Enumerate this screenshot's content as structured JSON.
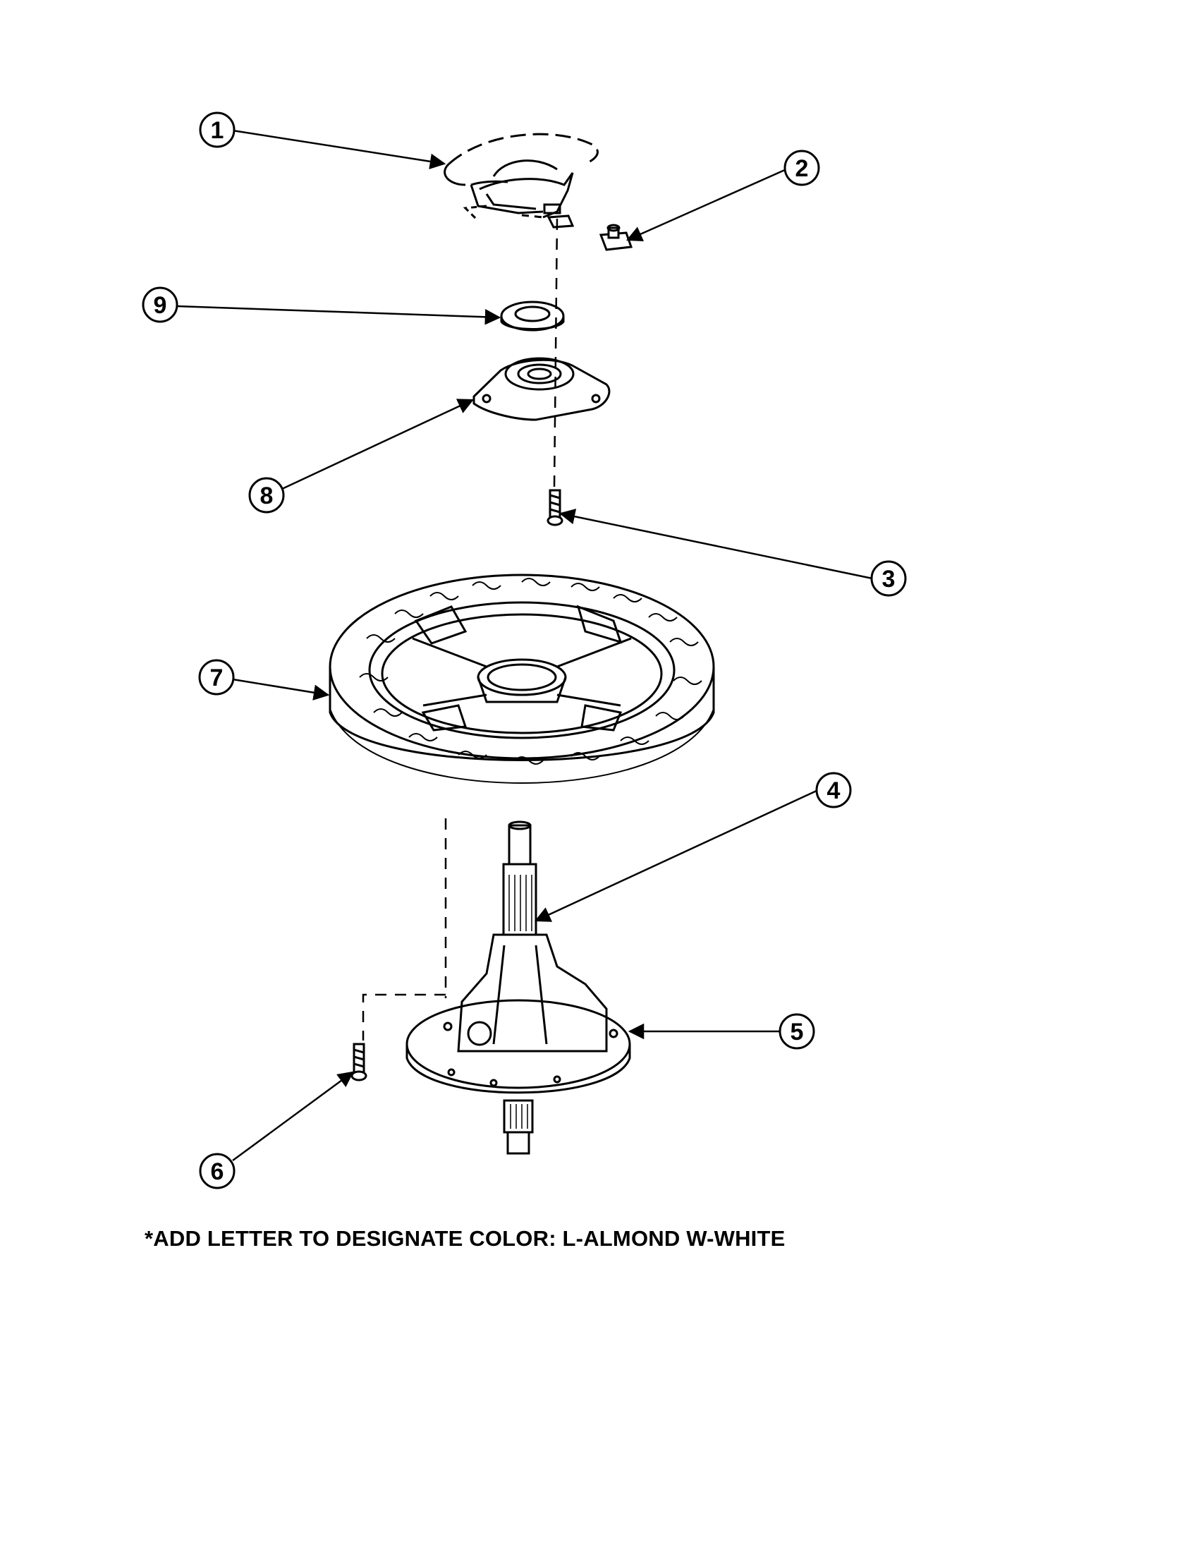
{
  "callouts": [
    {
      "label": "1"
    },
    {
      "label": "2"
    },
    {
      "label": "3"
    },
    {
      "label": "4"
    },
    {
      "label": "5"
    },
    {
      "label": "6"
    },
    {
      "label": "7"
    },
    {
      "label": "8"
    },
    {
      "label": "9"
    }
  ],
  "footnote": "*ADD LETTER TO DESIGNATE COLOR: L-ALMOND  W-WHITE",
  "colors": {
    "ink": "#000000",
    "paper": "#ffffff"
  }
}
